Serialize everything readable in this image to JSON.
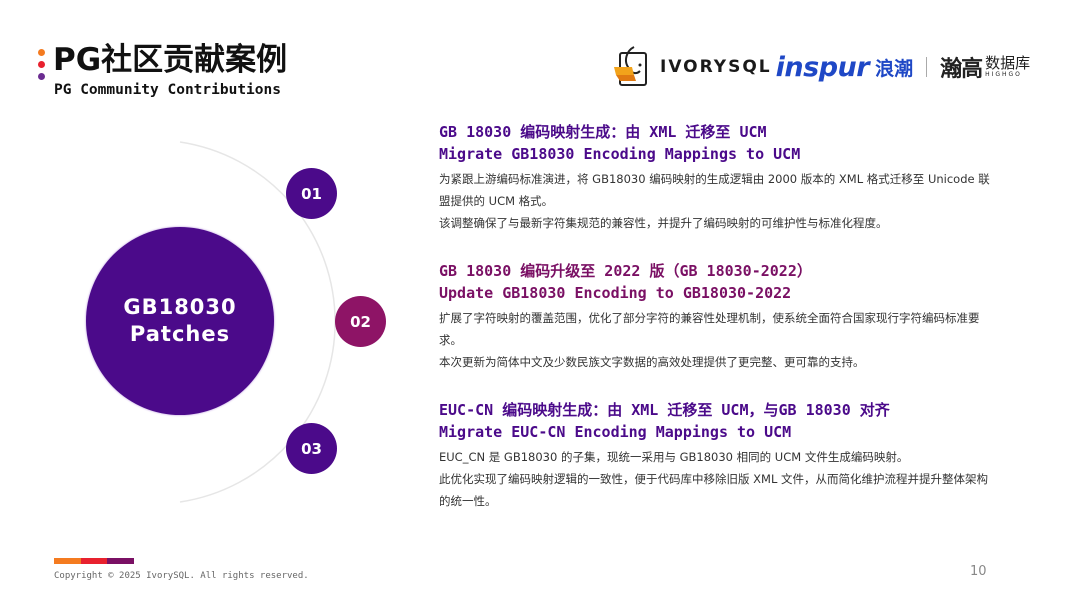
{
  "header": {
    "title_zh": "PG社区贡献案例",
    "title_en": "PG Community Contributions",
    "dot_colors": [
      "#f47b20",
      "#e8212e",
      "#6b2c91"
    ]
  },
  "logos": {
    "ivorysql": "IVORYSQL",
    "inspur": "inspur",
    "inspur_zh": "浪潮",
    "highgo_main": "瀚高",
    "highgo_zh": "数据库",
    "highgo_en": "HIGHGO"
  },
  "diagram": {
    "center_line1": "GB18030",
    "center_line2": "Patches",
    "numbers": [
      "01",
      "02",
      "03"
    ],
    "colors": {
      "primary": "#4b0a8a",
      "accent": "#8e1466"
    }
  },
  "items": [
    {
      "title_zh": "GB 18030 编码映射生成：由 XML 迁移至 UCM",
      "title_en": "Migrate GB18030 Encoding Mappings to UCM",
      "desc": [
        "为紧跟上游编码标准演进，将 GB18030 编码映射的生成逻辑由 2000 版本的 XML 格式迁移至 Unicode 联盟提供的 UCM 格式。",
        "该调整确保了与最新字符集规范的兼容性，并提升了编码映射的可维护性与标准化程度。"
      ]
    },
    {
      "title_zh": "GB 18030 编码升级至 2022 版（GB 18030-2022）",
      "title_en": "Update GB18030 Encoding to GB18030-2022",
      "desc": [
        "扩展了字符映射的覆盖范围，优化了部分字符的兼容性处理机制，使系统全面符合国家现行字符编码标准要求。",
        "本次更新为简体中文及少数民族文字数据的高效处理提供了更完整、更可靠的支持。"
      ]
    },
    {
      "title_zh": "EUC-CN 编码映射生成：由 XML 迁移至 UCM，与GB 18030 对齐",
      "title_en": "Migrate EUC-CN Encoding Mappings to UCM",
      "desc": [
        "EUC_CN 是 GB18030 的子集，现统一采用与 GB18030 相同的 UCM 文件生成编码映射。",
        "此优化实现了编码映射逻辑的一致性，便于代码库中移除旧版 XML 文件，从而简化维护流程并提升整体架构的统一性。"
      ]
    }
  ],
  "footer": {
    "bar_colors": [
      "#f47b20",
      "#e8212e",
      "#7a1064"
    ],
    "copyright": "Copyright © 2025 IvorySQL. All rights reserved.",
    "page_number": "10"
  }
}
